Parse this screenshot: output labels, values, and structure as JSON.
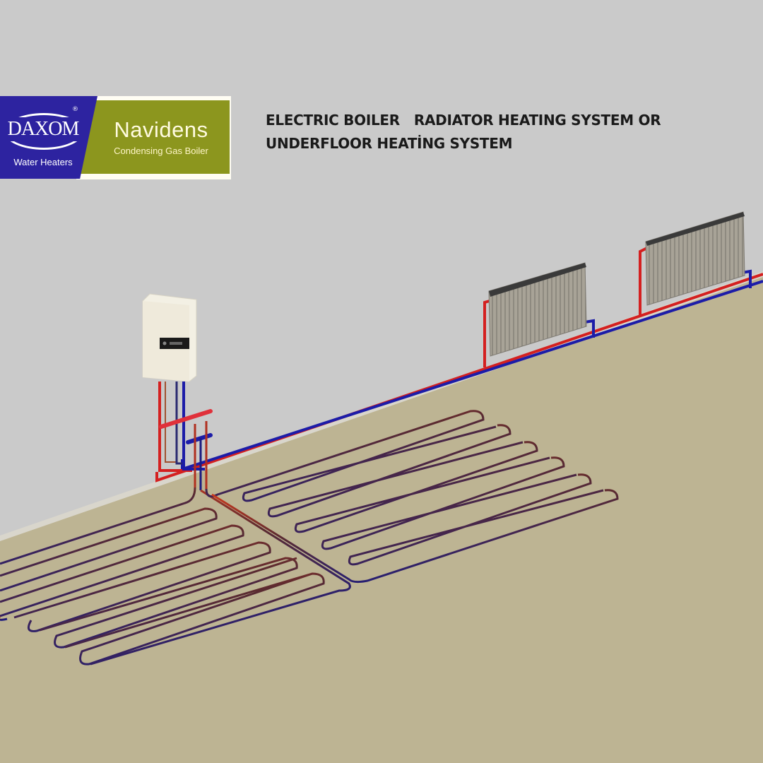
{
  "logo": {
    "left_brand": "DAXOM",
    "left_reg_mark": "®",
    "left_subtitle": "Water Heaters",
    "right_brand": "Navidens",
    "right_subtitle": "Condensing Gas Boiler",
    "colors": {
      "daxom_blue": "#2d23a0",
      "navidens_olive": "#8c961e"
    }
  },
  "heading": {
    "line1_part1": "ELECTRIC BOILER",
    "line1_part2": "RADIATOR HEATING SYSTEM OR",
    "line2": "UNDERFLOOR HEATİNG SYSTEM"
  },
  "diagram": {
    "components": [
      "electric-boiler",
      "radiator-1",
      "radiator-2",
      "underfloor-loop-left",
      "underfloor-loop-right",
      "manifold"
    ],
    "colors": {
      "wall": "#cacaca",
      "floor": "#bdb493",
      "supply_pipe": "#d42020",
      "return_pipe": "#1c1ca8",
      "radiator": "#a29d92",
      "boiler": "#f2efe4"
    }
  }
}
